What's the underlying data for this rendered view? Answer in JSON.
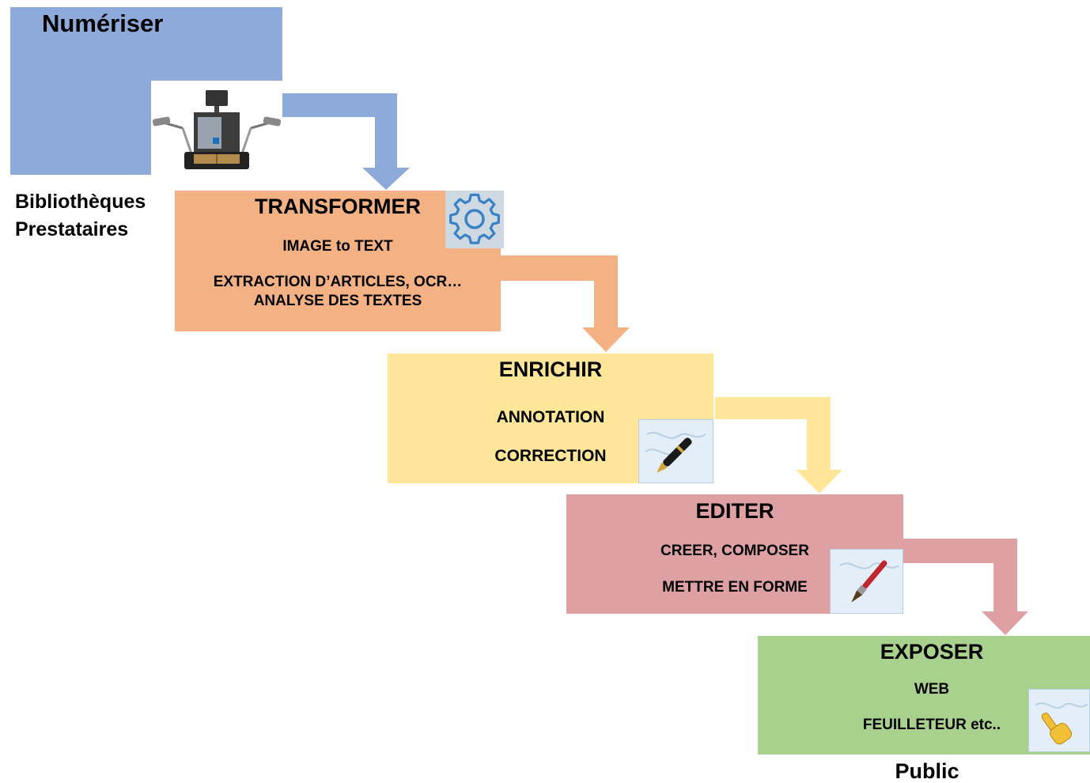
{
  "stages": [
    {
      "title": "Numériser",
      "color": "#8eaadb"
    },
    {
      "title": "TRANSFORMER",
      "lines": [
        "IMAGE to TEXT",
        "EXTRACTION D’ARTICLES, OCR…",
        "ANALYSE DES TEXTES"
      ],
      "color": "#f4b183"
    },
    {
      "title": "ENRICHIR",
      "lines": [
        "ANNOTATION",
        "CORRECTION"
      ],
      "color": "#ffe699"
    },
    {
      "title": "EDITER",
      "lines": [
        "CREER, COMPOSER",
        "METTRE EN FORME"
      ],
      "color": "#dea0a2"
    },
    {
      "title": "EXPOSER",
      "lines": [
        "WEB",
        "FEUILLETEUR etc.."
      ],
      "color": "#a9d18e"
    }
  ],
  "actors": {
    "top": [
      "Bibliothèques",
      "Prestataires"
    ],
    "bottom": "Public"
  },
  "icons": [
    "book-scanner-icon",
    "gear-icon",
    "pen-icon",
    "paintbrush-icon",
    "pointing-hand-icon"
  ]
}
